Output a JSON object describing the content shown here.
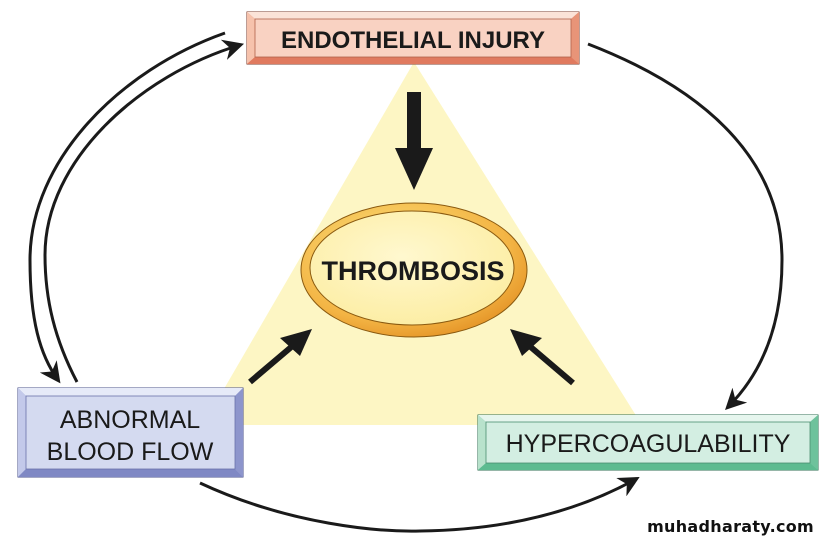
{
  "title": "Virchow's triad",
  "center": {
    "label": "THROMBOSIS"
  },
  "factors": {
    "top": {
      "label": "ENDOTHELIAL INJURY",
      "face": "#f9d2c2",
      "bevel_light": "#fbe3d8",
      "bevel_dark": "#e07a5f",
      "edge": "#7a3a2a"
    },
    "left": {
      "line1": "ABNORMAL",
      "line2": "BLOOD FLOW",
      "face": "#d4daf0",
      "bevel_light": "#e6eaf8",
      "bevel_dark": "#7f88c4",
      "edge": "#4a5088"
    },
    "right": {
      "label": "HYPERCOAGULABILITY",
      "face": "#d3eee2",
      "bevel_light": "#e6f6ee",
      "bevel_dark": "#5dbb90",
      "edge": "#2e6e52"
    }
  },
  "colors": {
    "triangle": "#fdf6c4",
    "ellipse_fill": "#fdf3b8",
    "ellipse_ring": "#f0a93a",
    "arrow": "#1a1a1a"
  },
  "arrows": [
    {
      "from": "ENDOTHELIAL INJURY",
      "to": "THROMBOSIS"
    },
    {
      "from": "ABNORMAL BLOOD FLOW",
      "to": "THROMBOSIS"
    },
    {
      "from": "HYPERCOAGULABILITY",
      "to": "THROMBOSIS"
    },
    {
      "from": "ENDOTHELIAL INJURY",
      "to": "ABNORMAL BLOOD FLOW"
    },
    {
      "from": "ABNORMAL BLOOD FLOW",
      "to": "ENDOTHELIAL INJURY"
    },
    {
      "from": "ENDOTHELIAL INJURY",
      "to": "HYPERCOAGULABILITY"
    },
    {
      "from": "ABNORMAL BLOOD FLOW",
      "to": "HYPERCOAGULABILITY"
    }
  ],
  "watermark": "muhadharaty.com"
}
